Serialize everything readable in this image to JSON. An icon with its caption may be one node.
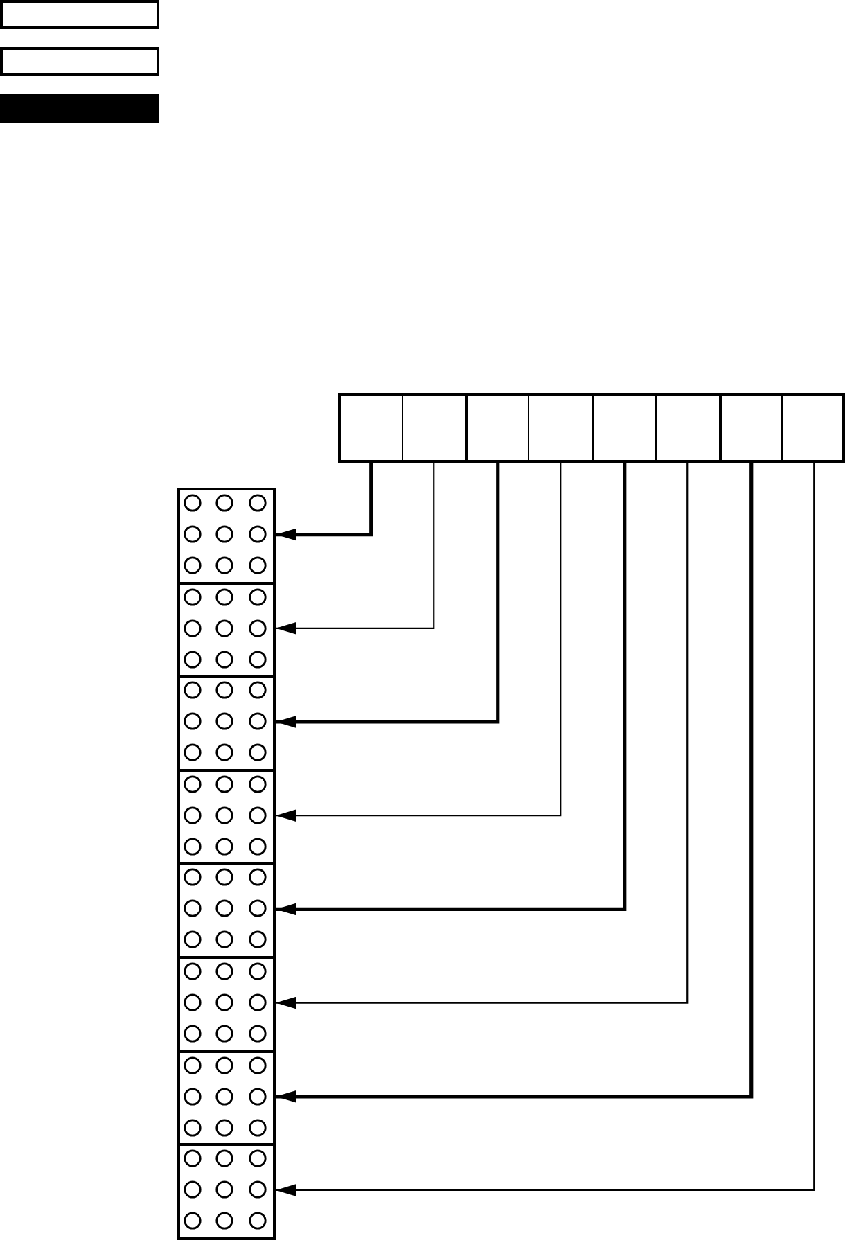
{
  "diagram": {
    "nodes": [
      {
        "text": [],
        "shape": "box"
      },
      {
        "text": [],
        "shape": "box"
      },
      {
        "text": [],
        "shape": "bar"
      },
      {
        "text": [],
        "shape": "box"
      },
      {
        "text": [],
        "shape": "box"
      },
      {
        "text": [],
        "shape": "box"
      },
      {
        "text": [],
        "shape": "box"
      },
      {
        "text": [],
        "shape": "box"
      },
      {
        "text": [],
        "shape": "box"
      },
      {
        "text": [],
        "shape": "box"
      },
      {
        "text": [],
        "shape": "box"
      },
      {
        "text": [],
        "shape": "box"
      },
      {
        "text": [],
        "shape": "box"
      },
      {
        "text": [],
        "shape": "box"
      },
      {
        "text": [],
        "shape": "box"
      },
      {
        "text": [],
        "shape": "box"
      },
      {
        "text": [],
        "shape": "box"
      },
      {
        "text": [],
        "shape": "box"
      },
      {
        "text": [],
        "shape": "box"
      }
    ],
    "edges": [
      {
        "from": 3,
        "to": 11,
        "arrow": "to",
        "style": "thick"
      },
      {
        "from": 4,
        "to": 12,
        "arrow": "to"
      },
      {
        "from": 5,
        "to": 13,
        "arrow": "to",
        "style": "thick"
      },
      {
        "from": 6,
        "to": 14,
        "arrow": "to"
      },
      {
        "from": 7,
        "to": 15,
        "arrow": "to",
        "style": "thick"
      },
      {
        "from": 8,
        "to": 16,
        "arrow": "to"
      },
      {
        "from": 9,
        "to": 17,
        "arrow": "to",
        "style": "thick"
      },
      {
        "from": 10,
        "to": 18,
        "arrow": "to"
      }
    ]
  }
}
